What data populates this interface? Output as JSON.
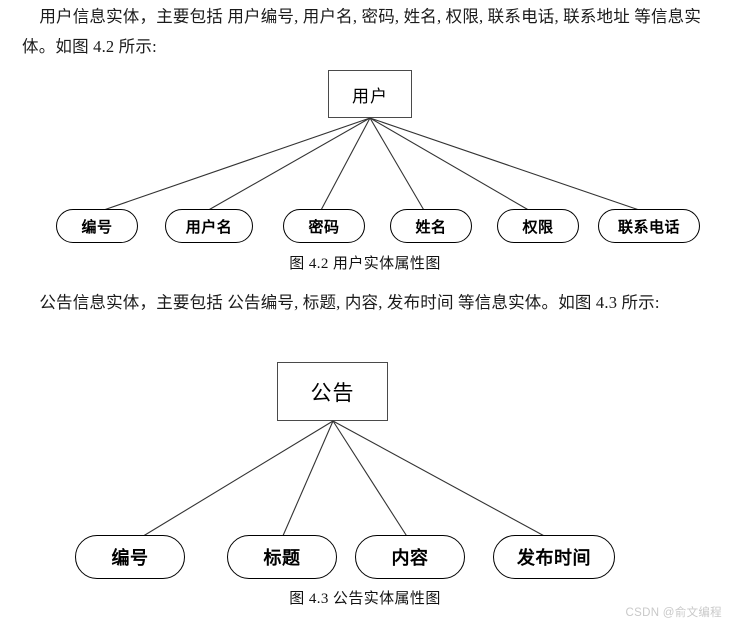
{
  "document": {
    "paragraphs": [
      {
        "id": "user-entity-paragraph",
        "text": "    用户信息实体，主要包括 用户编号, 用户名, 密码, 姓名, 权限, 联系电话, 联系地址 等信息实体。如图 4.2 所示:"
      },
      {
        "id": "notice-entity-paragraph",
        "text": "    公告信息实体，主要包括 公告编号, 标题, 内容, 发布时间 等信息实体。如图 4.3 所示:"
      }
    ],
    "captions": {
      "figure_4_2": "图 4.2 用户实体属性图",
      "figure_4_3": "图 4.3 公告实体属性图"
    },
    "watermark": "CSDN @俞文编程"
  },
  "diagrams": [
    {
      "id": "user-er-diagram",
      "figure_number": "4.2",
      "entity": "用户",
      "attributes": [
        "编号",
        "用户名",
        "密码",
        "姓名",
        "权限",
        "联系电话"
      ]
    },
    {
      "id": "notice-er-diagram",
      "figure_number": "4.3",
      "entity": "公告",
      "attributes": [
        "编号",
        "标题",
        "内容",
        "发布时间"
      ]
    }
  ],
  "colors": {
    "page_background": "#ffffff",
    "text": "#1a1a1a",
    "entity_border": "#4a4a4a",
    "attribute_border": "#000000",
    "edge_line": "#333333",
    "watermark": "#c9c9c9"
  }
}
